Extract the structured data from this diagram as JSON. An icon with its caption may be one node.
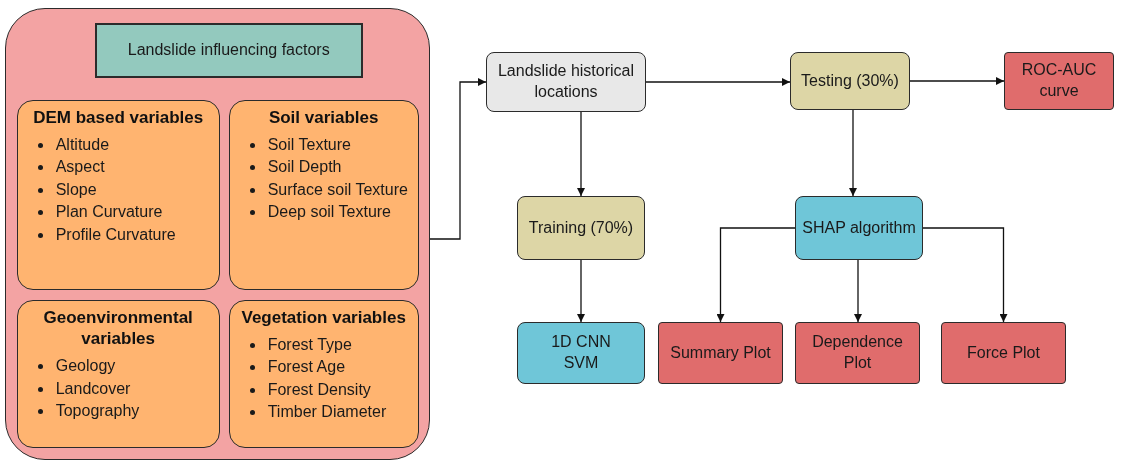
{
  "diagram": {
    "nodes": [
      {
        "text": [],
        "shape": "box"
      },
      {
        "text": [
          "Landslide influencing factors"
        ],
        "in": 0
      },
      {
        "text": [
          "DEM based variables",
          "Altitude",
          "Aspect",
          "Slope",
          "Plan Curvature",
          "Profile Curvature"
        ],
        "in": 0
      },
      {
        "text": [
          "Soil variables",
          "Soil Texture",
          "Soil Depth",
          "Surface soil Texture",
          "Deep soil Texture"
        ],
        "in": 0
      },
      {
        "text": [
          "Geoenvironmental variables",
          "Geology",
          "Landcover",
          "Topography"
        ],
        "in": 0
      },
      {
        "text": [
          "Vegetation variables",
          "Forest Type",
          "Forest Age",
          "Forest Density",
          "Timber Diameter"
        ],
        "in": 0
      },
      {
        "text": [
          "Landslide historical locations"
        ]
      },
      {
        "text": [
          "Testing (30%)"
        ]
      },
      {
        "text": [
          "ROC-AUC curve"
        ]
      },
      {
        "text": [
          "Training (70%)"
        ]
      },
      {
        "text": [
          "SHAP algorithm"
        ]
      },
      {
        "text": [
          "1D CNN SVM"
        ]
      },
      {
        "text": [
          "Summary Plot"
        ]
      },
      {
        "text": [
          "Dependence Plot"
        ]
      },
      {
        "text": [
          "Force Plot"
        ]
      }
    ],
    "edges": [
      {
        "from": 0,
        "to": 6,
        "arrow": "to"
      },
      {
        "from": 6,
        "to": 7,
        "arrow": "to"
      },
      {
        "from": 7,
        "to": 8,
        "arrow": "to"
      },
      {
        "from": 6,
        "to": 9,
        "arrow": "to"
      },
      {
        "from": 9,
        "to": 11,
        "arrow": "to"
      },
      {
        "from": 7,
        "to": 10,
        "arrow": "to"
      },
      {
        "from": 10,
        "to": 12,
        "arrow": "to"
      },
      {
        "from": 10,
        "to": 13,
        "arrow": "to"
      },
      {
        "from": 10,
        "to": 14,
        "arrow": "to"
      }
    ]
  }
}
